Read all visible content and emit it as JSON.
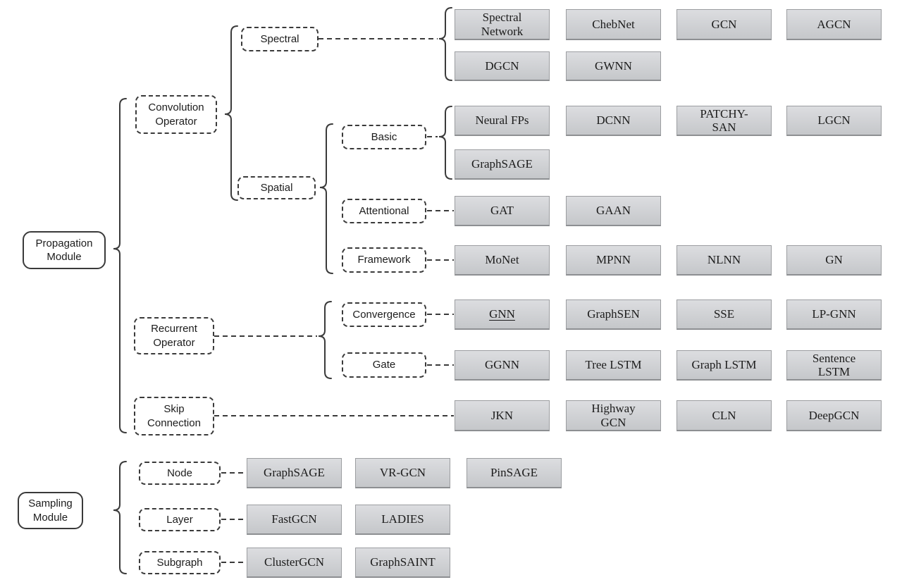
{
  "colors": {
    "line": "#3a3a3a",
    "leaf_top": "#dcdde0",
    "leaf_bottom": "#c5c7ca",
    "leaf_border": "#9b9da0",
    "text": "#1c1c1c"
  },
  "modules": {
    "propagation": "Propagation\nModule",
    "sampling": "Sampling\nModule"
  },
  "categories": {
    "convolution": "Convolution\nOperator",
    "spectral": "Spectral",
    "spatial": "Spatial",
    "basic": "Basic",
    "attentional": "Attentional",
    "framework": "Framework",
    "recurrent": "Recurrent\nOperator",
    "convergence": "Convergence",
    "gate": "Gate",
    "skip": "Skip\nConnection",
    "node": "Node",
    "layer": "Layer",
    "subgraph": "Subgraph"
  },
  "leaves": {
    "spectral": [
      "Spectral\nNetwork",
      "ChebNet",
      "GCN",
      "AGCN",
      "DGCN",
      "GWNN"
    ],
    "basic": [
      "Neural FPs",
      "DCNN",
      "PATCHY-\nSAN",
      "LGCN",
      "GraphSAGE"
    ],
    "attentional": [
      "GAT",
      "GAAN"
    ],
    "framework": [
      "MoNet",
      "MPNN",
      "NLNN",
      "GN"
    ],
    "convergence": [
      "GNN",
      "GraphSEN",
      "SSE",
      "LP-GNN"
    ],
    "gate": [
      "GGNN",
      "Tree LSTM",
      "Graph LSTM",
      "Sentence\nLSTM"
    ],
    "skip": [
      "JKN",
      "Highway\nGCN",
      "CLN",
      "DeepGCN"
    ],
    "node": [
      "GraphSAGE",
      "VR-GCN",
      "PinSAGE"
    ],
    "layer": [
      "FastGCN",
      "LADIES"
    ],
    "subgraph": [
      "ClusterGCN",
      "GraphSAINT"
    ]
  }
}
